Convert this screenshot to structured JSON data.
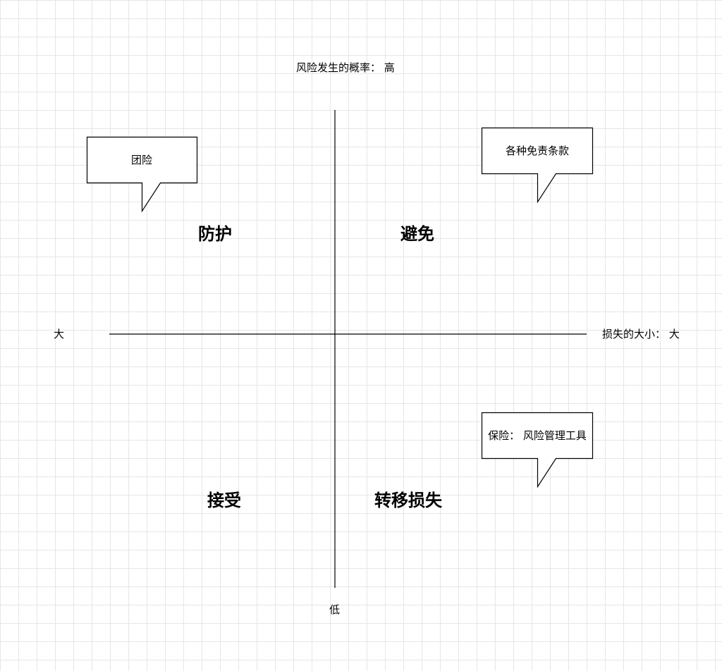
{
  "axes": {
    "top_label": "风险发生的概率： 高",
    "bottom_label": "低",
    "left_label": "大",
    "right_label": "损失的大小： 大"
  },
  "quadrants": {
    "top_left": "防护",
    "top_right": "避免",
    "bottom_left": "接受",
    "bottom_right": "转移损失"
  },
  "callouts": {
    "top_left": "团险",
    "top_right": "各种免责条款",
    "bottom_right": "保险： 风险管理工具"
  },
  "colors": {
    "grid": "#e6e6e6",
    "stroke": "#000000",
    "background": "#ffffff"
  }
}
